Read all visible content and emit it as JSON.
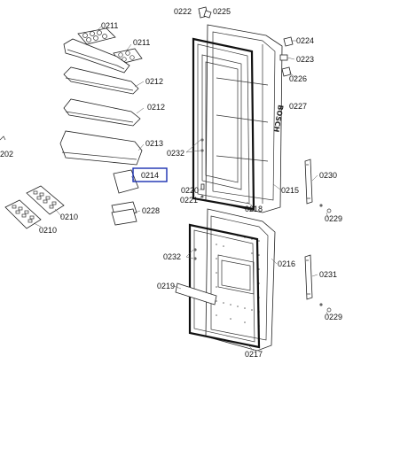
{
  "diagram": {
    "labels": {
      "l0222": "0222",
      "l0225": "0225",
      "l0211a": "0211",
      "l0211b": "0211",
      "l0224": "0224",
      "l0223": "0223",
      "l0226": "0226",
      "l0212a": "0212",
      "l0212b": "0212",
      "l0227": "0227",
      "l0213": "0213",
      "l0202": "202",
      "l0232a": "0232",
      "l0230": "0230",
      "l0214": "0214",
      "l0220": "0220",
      "l0221": "0221",
      "l0215": "0215",
      "l0218": "0218",
      "l0228": "0228",
      "l0229a": "0229",
      "l0210a": "0210",
      "l0210b": "0210",
      "l0232b": "0232",
      "l0216": "0216",
      "l0231": "0231",
      "l0219": "0219",
      "l0229b": "0229",
      "l0217": "0217"
    },
    "brand_mark": "BOSCH",
    "highlight_color": "#1a2fb0"
  }
}
